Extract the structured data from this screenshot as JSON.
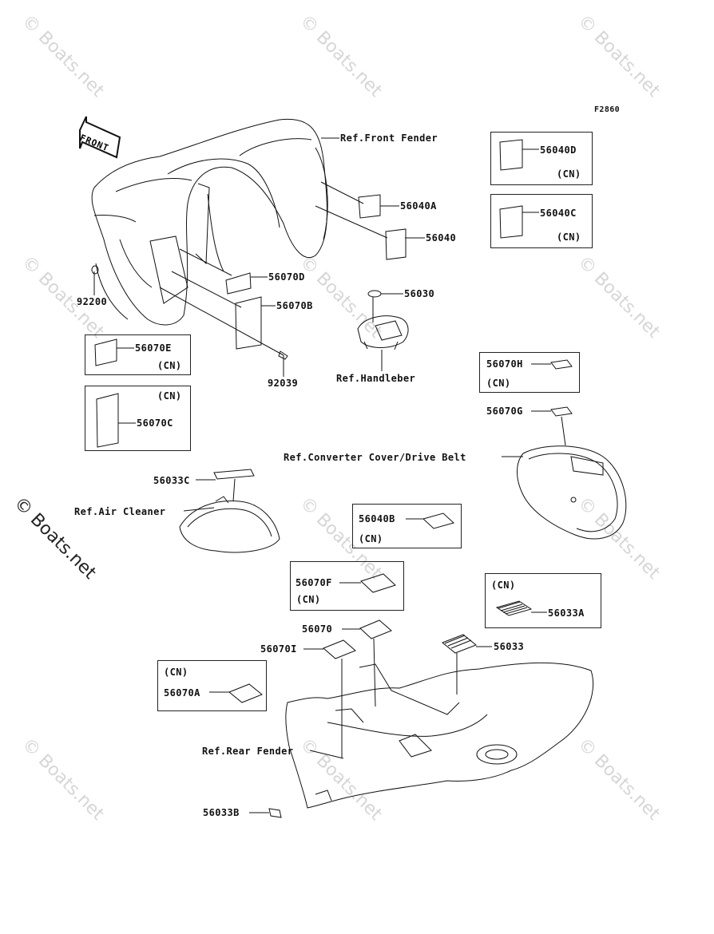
{
  "figure_code": "F2860",
  "watermark": "© Boats.net",
  "front_label": "FRONT",
  "cn": "(CN)",
  "refs": {
    "front_fender": "Ref.Front Fender",
    "handlebar": "Ref.Handleber",
    "converter": "Ref.Converter Cover/Drive Belt",
    "air_cleaner": "Ref.Air Cleaner",
    "rear_fender": "Ref.Rear Fender"
  },
  "parts": {
    "p56040D": "56040D",
    "p56040C": "56040C",
    "p56040A": "56040A",
    "p56040": "56040",
    "p92200": "92200",
    "p56070D": "56070D",
    "p56030": "56030",
    "p56070B": "56070B",
    "p56070E": "56070E",
    "p92039": "92039",
    "p56070C": "56070C",
    "p56070H": "56070H",
    "p56070G": "56070G",
    "p56033C": "56033C",
    "p56040B": "56040B",
    "p56070F": "56070F",
    "p56033A": "56033A",
    "p56070": "56070",
    "p56033": "56033",
    "p56070I": "56070I",
    "p56070A": "56070A",
    "p56033B": "56033B"
  }
}
